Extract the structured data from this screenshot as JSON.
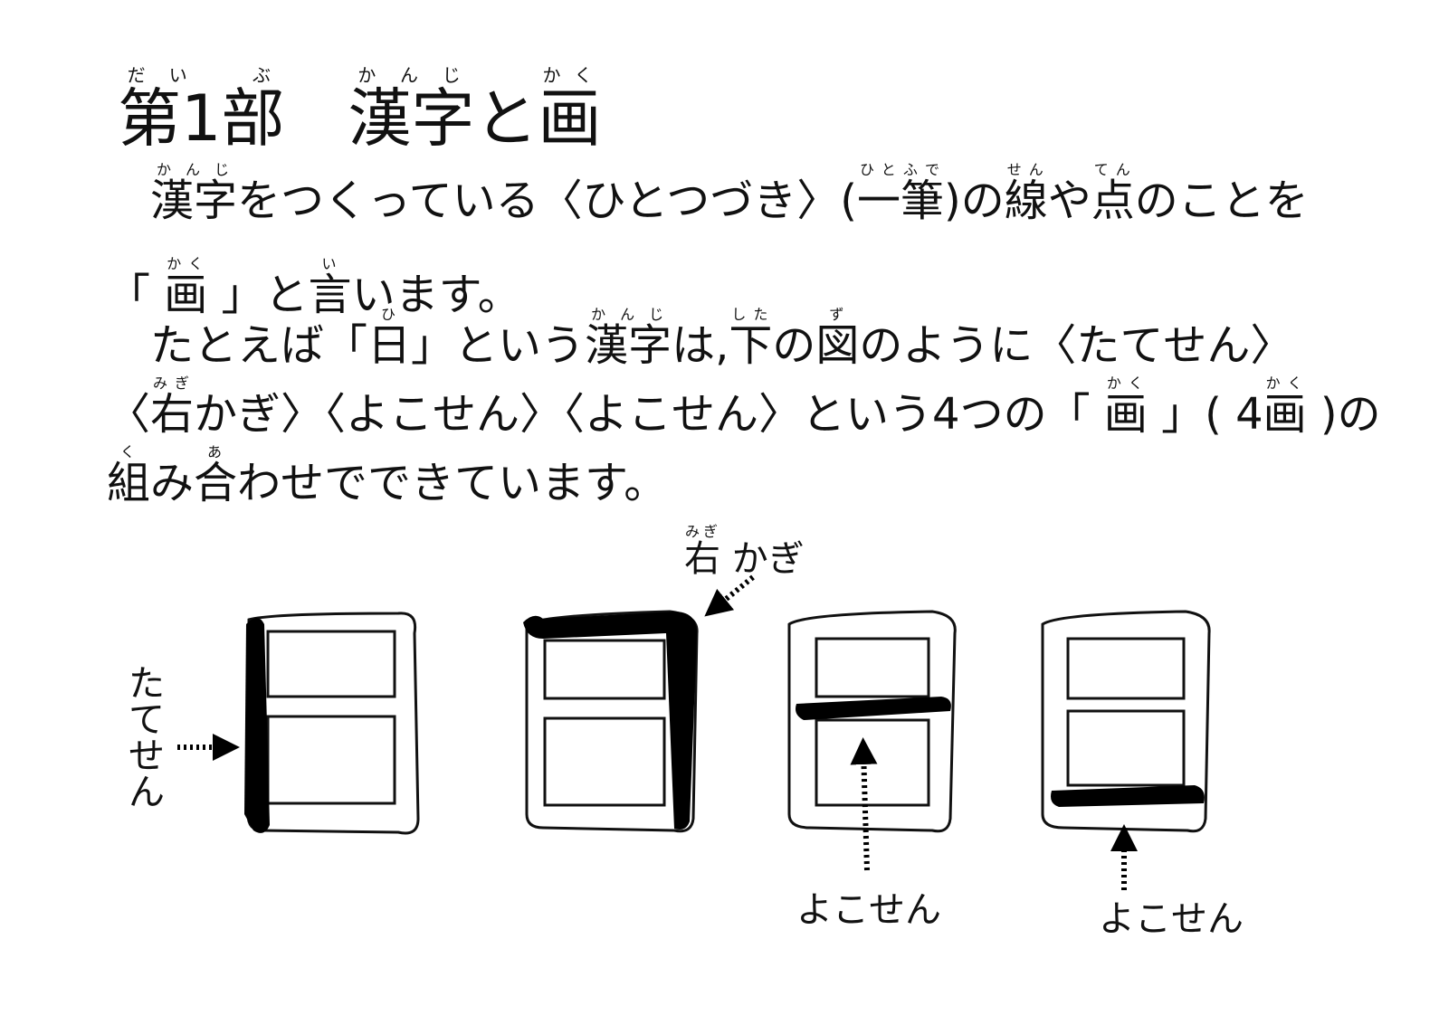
{
  "title": {
    "part": "第1部",
    "part_ruby": [
      "だい",
      "ぶ"
    ],
    "main_base": "漢字",
    "main_ruby": "かんじ",
    "to": "と",
    "kaku_base": "画",
    "kaku_ruby": "かく"
  },
  "para1": {
    "kanji_base": "漢字",
    "kanji_ruby": "かんじ",
    "t1": "をつくっている〈ひとつづき〉(",
    "hitofude_base": "一筆",
    "hitofude_ruby": "ひとふで",
    "t2": ")の",
    "sen_base": "線",
    "sen_ruby": "せん",
    "t3": "や",
    "ten_base": "点",
    "ten_ruby": "てん",
    "t4": "のことを",
    "t5": "「 ",
    "kaku_base": "画",
    "kaku_ruby": "かく",
    "t6": " 」と",
    "iu_base": "言",
    "iu_ruby": "い",
    "t7": "います。"
  },
  "para2": {
    "t1": "たとえば「",
    "hi_base": "日",
    "hi_ruby": "ひ",
    "t2": "」という",
    "kanji_base": "漢字",
    "kanji_ruby": "かんじ",
    "t3": "は,",
    "shita_base": "下",
    "shita_ruby": "した",
    "t4": "の",
    "zu_base": "図",
    "zu_ruby": "ず",
    "t5": "のように〈たてせん〉",
    "t6": "〈",
    "migi_base": "右",
    "migi_ruby": "みぎ",
    "t7": "かぎ〉〈よこせん〉〈よこせん〉という4つの「 ",
    "kaku_base": "画",
    "kaku_ruby": "かく",
    "t8": " 」( 4",
    "kaku2_base": "画",
    "kaku2_ruby": "かく",
    "t9": " )の",
    "kumi_base": "組",
    "kumi_ruby": "く",
    "t10": "み",
    "ai_base": "合",
    "ai_ruby": "あ",
    "t11": "わせでできています。"
  },
  "figure": {
    "label_tatesen": [
      "た",
      "て",
      "せ",
      "ん"
    ],
    "label_migikagi_base": "右",
    "label_migikagi_ruby": "みぎ",
    "label_migikagi_rest": "かぎ",
    "label_yokosen_1": "よこせん",
    "label_yokosen_2": "よこせん",
    "character_icon": "日",
    "stroke_color": "#000000",
    "outline_color": "#111111"
  }
}
